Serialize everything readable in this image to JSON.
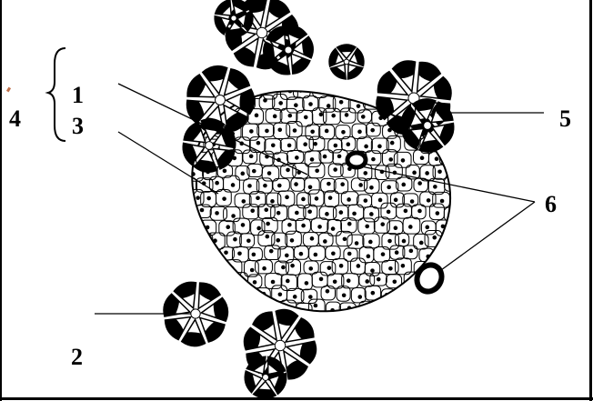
{
  "labels": {
    "l1": "1",
    "l2": "2",
    "l3": "3",
    "l4": "4",
    "l5": "5",
    "l6": "6"
  },
  "colors": {
    "ink": "#000000",
    "paper": "#ffffff",
    "stray_mark": "#c0704a"
  }
}
